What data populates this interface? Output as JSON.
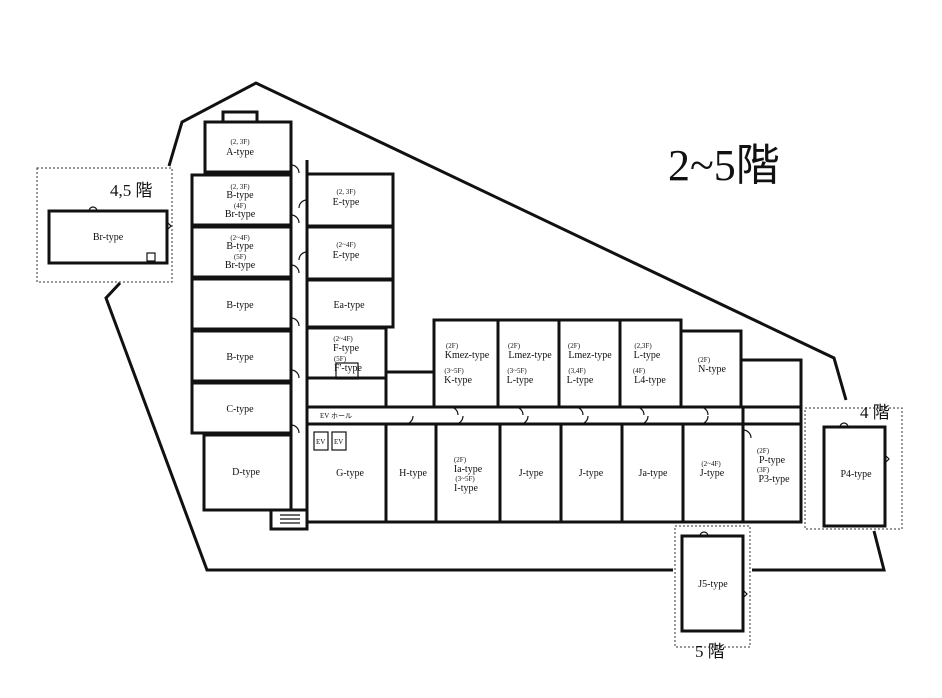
{
  "floor_title": "2~5階",
  "annex_labels": {
    "br_annex": "4,5 階",
    "p4_annex": "4 階",
    "j5_annex": "5 階"
  },
  "ev_hall": "EV ホール",
  "ev": [
    "EV",
    "EV"
  ],
  "units": {
    "br_annex": {
      "line1": "Br-type"
    },
    "a": {
      "n1": "(2, 3F)",
      "line1": "A-type"
    },
    "b1": {
      "n1": "(2, 3F)",
      "line1": "B-type",
      "n2": "(4F)",
      "line2": "Br-type"
    },
    "b2": {
      "n1": "(2~4F)",
      "line1": "B-type",
      "n2": "(5F)",
      "line2": "Br-type"
    },
    "b3": {
      "line1": "B-type"
    },
    "b4": {
      "line1": "B-type"
    },
    "c": {
      "line1": "C-type"
    },
    "d": {
      "line1": "D-type"
    },
    "e1": {
      "n1": "(2, 3F)",
      "line1": "E-type"
    },
    "e2": {
      "n1": "(2~4F)",
      "line1": "E-type"
    },
    "ea": {
      "line1": "Ea-type"
    },
    "f": {
      "n1": "(2~4F)",
      "line1": "F-type",
      "n2": "(5F)",
      "line2": "F'-type"
    },
    "k": {
      "n1": "(2F)",
      "line1": "Kmez-type",
      "n2": "(3~5F)",
      "line2": "K-type"
    },
    "l1": {
      "n1": "(2F)",
      "line1": "Lmez-type",
      "n2": "(3~5F)",
      "line2": "L-type"
    },
    "l2": {
      "n1": "(2F)",
      "line1": "Lmez-type",
      "n2": "(3,4F)",
      "line2": "L-type"
    },
    "l3": {
      "n1": "(2,3F)",
      "line1": "L-type",
      "n2": "(4F)",
      "line2": "L4-type"
    },
    "n": {
      "n1": "(2F)",
      "line1": "N-type"
    },
    "g": {
      "line1": "G-type"
    },
    "h": {
      "line1": "H-type"
    },
    "i": {
      "n1": "(2F)",
      "line1": "Ia-type",
      "n2": "(3~5F)",
      "line2": "I-type"
    },
    "j1": {
      "line1": "J-type"
    },
    "j2": {
      "line1": "J-type"
    },
    "ja": {
      "line1": "Ja-type"
    },
    "j3": {
      "n1": "(2~4F)",
      "line1": "J-type"
    },
    "p": {
      "n1": "(2F)",
      "line1": "P-type",
      "n2": "(3F)",
      "line2": "P3-type"
    },
    "p4": {
      "line1": "P4-type"
    },
    "j5": {
      "line1": "J5-type"
    }
  }
}
